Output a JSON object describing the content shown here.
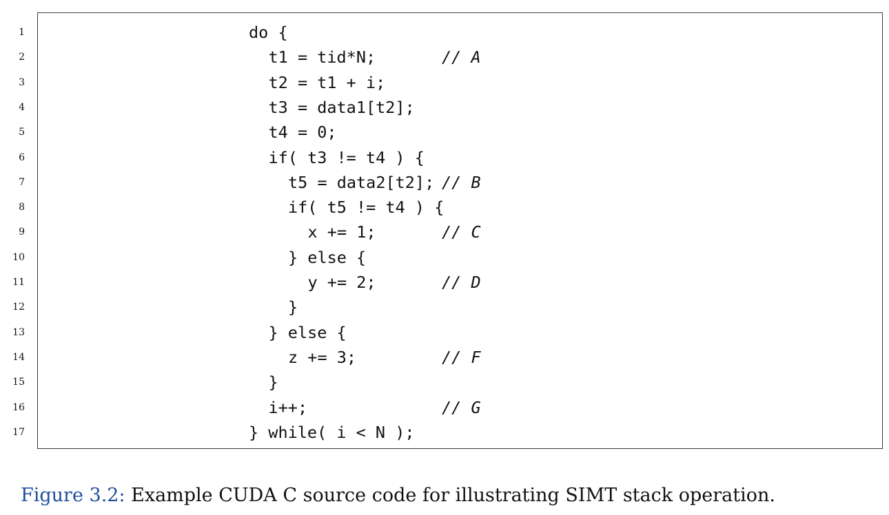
{
  "code_lines": [
    {
      "number": "1",
      "indent": 0,
      "code": "do {",
      "comment": ""
    },
    {
      "number": "2",
      "indent": 1,
      "code": "t1 = tid*N;",
      "comment": "// A"
    },
    {
      "number": "3",
      "indent": 1,
      "code": "t2 = t1 + i;",
      "comment": ""
    },
    {
      "number": "4",
      "indent": 1,
      "code": "t3 = data1[t2];",
      "comment": ""
    },
    {
      "number": "5",
      "indent": 1,
      "code": "t4 = 0;",
      "comment": ""
    },
    {
      "number": "6",
      "indent": 1,
      "code": "if( t3 != t4 ) {",
      "comment": ""
    },
    {
      "number": "7",
      "indent": 2,
      "code": "t5 = data2[t2];",
      "comment": "// B"
    },
    {
      "number": "8",
      "indent": 2,
      "code": "if( t5 != t4 ) {",
      "comment": ""
    },
    {
      "number": "9",
      "indent": 3,
      "code": "x += 1;",
      "comment": "// C"
    },
    {
      "number": "10",
      "indent": 2,
      "code": "} else {",
      "comment": ""
    },
    {
      "number": "11",
      "indent": 3,
      "code": "y += 2;",
      "comment": "// D"
    },
    {
      "number": "12",
      "indent": 2,
      "code": "}",
      "comment": ""
    },
    {
      "number": "13",
      "indent": 1,
      "code": "} else {",
      "comment": ""
    },
    {
      "number": "14",
      "indent": 2,
      "code": "z += 3;",
      "comment": "// F"
    },
    {
      "number": "15",
      "indent": 1,
      "code": "}",
      "comment": ""
    },
    {
      "number": "16",
      "indent": 1,
      "code": "i++;",
      "comment": "// G"
    },
    {
      "number": "17",
      "indent": 0,
      "code": "} while( i < N );",
      "comment": ""
    }
  ],
  "caption": {
    "label": "Figure 3.2:",
    "text": " Example CUDA C source code for illustrating SIMT stack operation."
  }
}
